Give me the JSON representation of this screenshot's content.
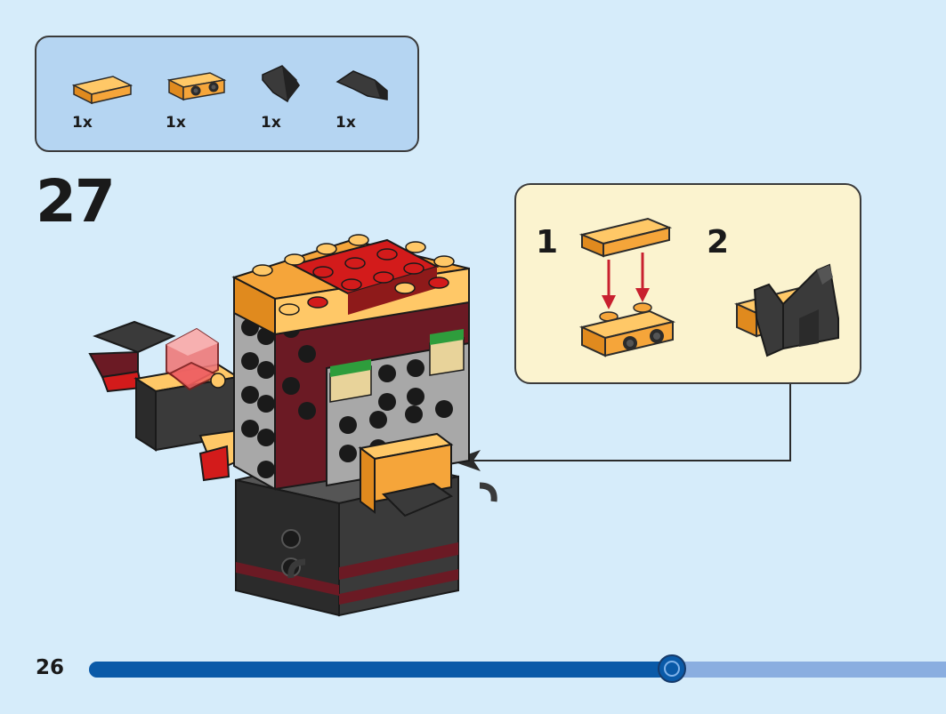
{
  "parts_list": {
    "items": [
      {
        "icon": "orange-tile-icon",
        "qty": "1x"
      },
      {
        "icon": "orange-bracket-icon",
        "qty": "1x"
      },
      {
        "icon": "black-wedge-right-icon",
        "qty": "1x"
      },
      {
        "icon": "black-wedge-left-icon",
        "qty": "1x"
      }
    ]
  },
  "step": {
    "number": "27"
  },
  "callout": {
    "substeps": [
      "1",
      "2"
    ]
  },
  "footer": {
    "page_number": "26",
    "progress": 0.68
  },
  "colors": {
    "background": "#d6ecfa",
    "parts_panel": "#b5d5f2",
    "callout": "#fbf3cf",
    "orange": "#f5a53a",
    "dark_red": "#6b1a24",
    "red": "#d31b1b",
    "black": "#2b2b2b",
    "gray": "#a8a8a8",
    "progress_fill": "#0a5aa8",
    "progress_track": "#8aaee0"
  }
}
